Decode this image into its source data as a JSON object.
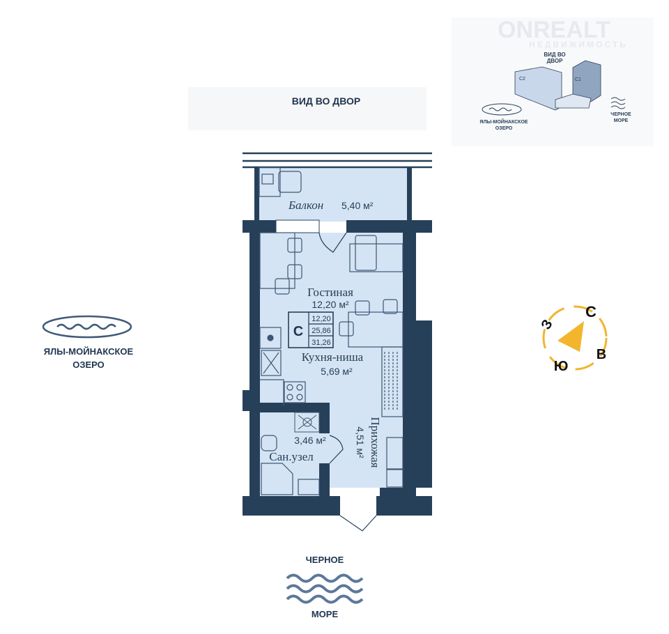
{
  "orientation": {
    "top": "ВИД ВО ДВОР",
    "left": [
      "ЯЛЫ-МОЙНАКСКОЕ",
      "ОЗЕРО"
    ],
    "bottom_top": "ЧЕРНОЕ",
    "bottom_bottom": "МОРЕ"
  },
  "rooms": {
    "balcony": {
      "name": "Балкон",
      "area": "5,40 м²"
    },
    "living": {
      "name": "Гостиная",
      "area": "12,20 м²"
    },
    "kitchen": {
      "name": "Кухня-ниша",
      "area": "5,69 м²"
    },
    "bathroom": {
      "name": "Сан.узел",
      "area": "3,46 м²"
    },
    "hall": {
      "name": "Прихожая",
      "area": "4,51 м²"
    }
  },
  "unit_badge": {
    "type": "C",
    "values": [
      "12,20",
      "25,86",
      "31,26"
    ]
  },
  "compass": {
    "n": "С",
    "e": "В",
    "s": "Ю",
    "w": "З",
    "color": "#f2b52c"
  },
  "key_plan": {
    "watermark": [
      "ONREALT",
      "НЕДВИЖИМОСТЬ"
    ],
    "view": [
      "ВИД ВО",
      "ДВОР"
    ],
    "buildings": [
      "C2",
      "C1"
    ],
    "lake": [
      "ЯЛЫ-МОЙНАКСКОЕ",
      "ОЗЕРО"
    ],
    "sea": [
      "ЧЕРНОЕ",
      "МОРЕ"
    ]
  },
  "colors": {
    "wall": "#27405a",
    "floor": "#d4e4f4",
    "line": "#3d5673"
  }
}
